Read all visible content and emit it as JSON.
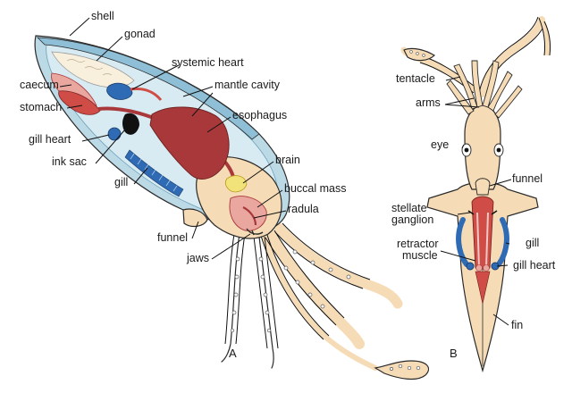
{
  "figure_a": {
    "panel_label": "A",
    "labels": {
      "shell": "shell",
      "gonad": "gonad",
      "systemic_heart": "systemic heart",
      "caecum": "caecum",
      "mantle_cavity": "mantle cavity",
      "stomach": "stomach",
      "esophagus": "esophagus",
      "gill_heart": "gill heart",
      "ink_sac": "ink sac",
      "brain": "brain",
      "gill": "gill",
      "buccal_mass": "buccal mass",
      "radula": "radula",
      "funnel": "funnel",
      "jaws": "jaws"
    }
  },
  "figure_b": {
    "panel_label": "B",
    "labels": {
      "tentacle": "tentacle",
      "arms": "arms",
      "eye": "eye",
      "funnel": "funnel",
      "stellate_ganglion_1": "stellate",
      "stellate_ganglion_2": "ganglion",
      "gill": "gill",
      "retractor_muscle_1": "retractor",
      "retractor_muscle_2": "muscle",
      "gill_heart": "gill heart",
      "fin": "fin"
    }
  },
  "colors": {
    "body": "#f6dcb6",
    "mantle": "#d5e8f0",
    "shell_outer": "#bcd9e6",
    "shell_inner": "#8fbfd6",
    "gonad": "#f8f0dc",
    "organ_red": "#cf4d46",
    "organ_dark_red": "#a8383a",
    "organ_pink": "#eaa7a0",
    "blue": "#2f6bb5",
    "ink": "#111111",
    "nerve": "#f2e27a"
  }
}
